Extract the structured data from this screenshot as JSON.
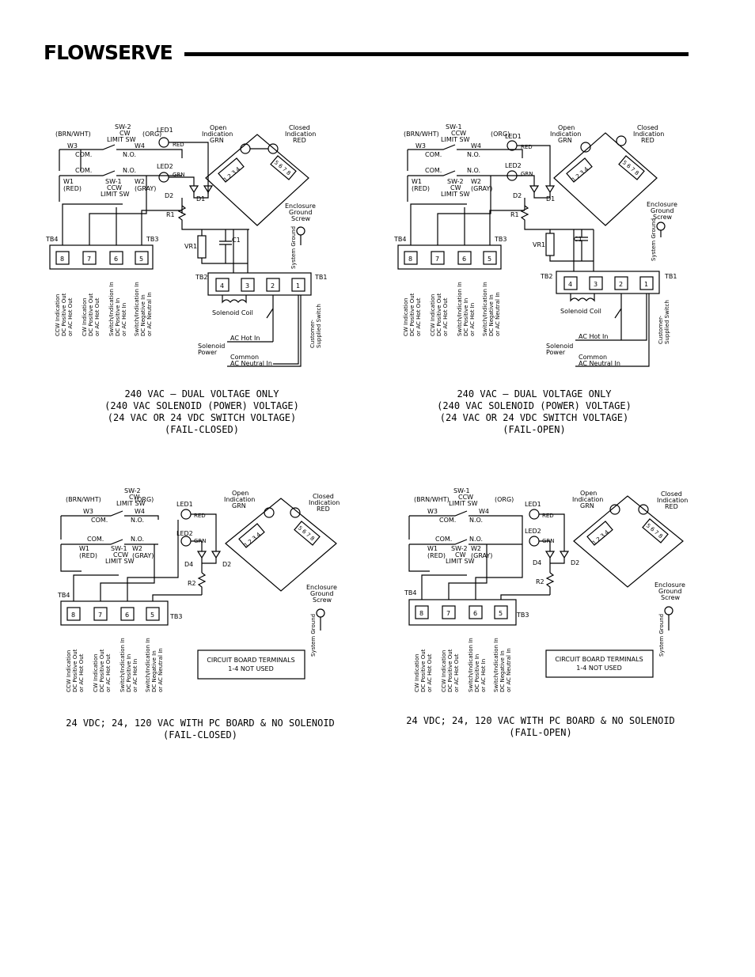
{
  "header": {
    "logo_text": "FLOWSERVE"
  },
  "labels": {
    "sw2": "SW-2",
    "sw1": "SW-1",
    "cw": "CW",
    "ccw": "CCW",
    "limit_sw": "LIMIT SW",
    "brn_wht": "(BRN/WHT)",
    "org": "(ORG)",
    "w3": "W3",
    "w4": "W4",
    "w1": "W1",
    "w2": "W2",
    "red_paren": "(RED)",
    "gray_paren": "(GRAY)",
    "com": "COM.",
    "no": "N.O.",
    "led1": "LED1",
    "led2": "LED2",
    "red": "RED",
    "grn": "GRN",
    "d1": "D1",
    "d2": "D2",
    "d4": "D4",
    "r1": "R1",
    "r2": "R2",
    "c1": "C1",
    "vr1": "VR1",
    "tb1": "TB1",
    "tb2": "TB2",
    "tb3": "TB3",
    "tb4": "TB4",
    "open_ind_1": "Open",
    "open_ind_2": "Indication",
    "open_ind_3": "GRN",
    "closed_ind_1": "Closed",
    "closed_ind_2": "Indication",
    "closed_ind_3": "RED",
    "encl_1": "Enclosure",
    "encl_2": "Ground",
    "encl_3": "Screw",
    "sys_ground": "System Ground",
    "solenoid_coil": "Solenoid Coil",
    "solenoid_power_1": "Solenoid",
    "solenoid_power_2": "Power",
    "ac_hot_in": "AC Hot In",
    "common": "Common",
    "ac_neutral_in": "AC Neutral In",
    "cust_switch_1": "Customer-",
    "cust_switch_2": "Supplied Switch",
    "term_8": "8",
    "term_7": "7",
    "term_6": "6",
    "term_5": "5",
    "term_4": "4",
    "term_3": "3",
    "term_2": "2",
    "term_1": "1",
    "sensor_nums": "1 2 3 4 5 6 7 8",
    "t8_ccw_a": "CCW Indication",
    "t8_ccw_b": "DC Positive Out",
    "t8_ccw_c": "or AC Hot Out",
    "t8_cw_a": "CW Indication",
    "t8_cw_b": "DC Positive Out",
    "t8_cw_c": "or AC Hot Out",
    "t6_a": "Switch/Indication In",
    "t6_b": "DC Positive In",
    "t6_c": "or AC Hot In",
    "t5_a": "Switch/Indication In",
    "t5_b": "DC Negative In",
    "t5_c": "or AC Neutral In",
    "cb_note_1": "CIRCUIT BOARD TERMINALS",
    "cb_note_2": "1-4 NOT USED"
  },
  "captions": {
    "d1": [
      "240 VAC — DUAL VOLTAGE ONLY",
      "(240 VAC SOLENOID (POWER) VOLTAGE)",
      "(24 VAC OR 24 VDC SWITCH VOLTAGE)",
      "(FAIL-CLOSED)"
    ],
    "d2": [
      "240 VAC — DUAL VOLTAGE ONLY",
      "(240 VAC SOLENOID (POWER) VOLTAGE)",
      "(24 VAC OR 24 VDC SWITCH VOLTAGE)",
      "(FAIL-OPEN)"
    ],
    "d3": [
      "24 VDC; 24, 120 VAC WITH PC BOARD & NO SOLENOID",
      "(FAIL-CLOSED)"
    ],
    "d4": [
      "24 VDC; 24, 120 VAC WITH PC BOARD & NO SOLENOID",
      "(FAIL-OPEN)"
    ]
  }
}
